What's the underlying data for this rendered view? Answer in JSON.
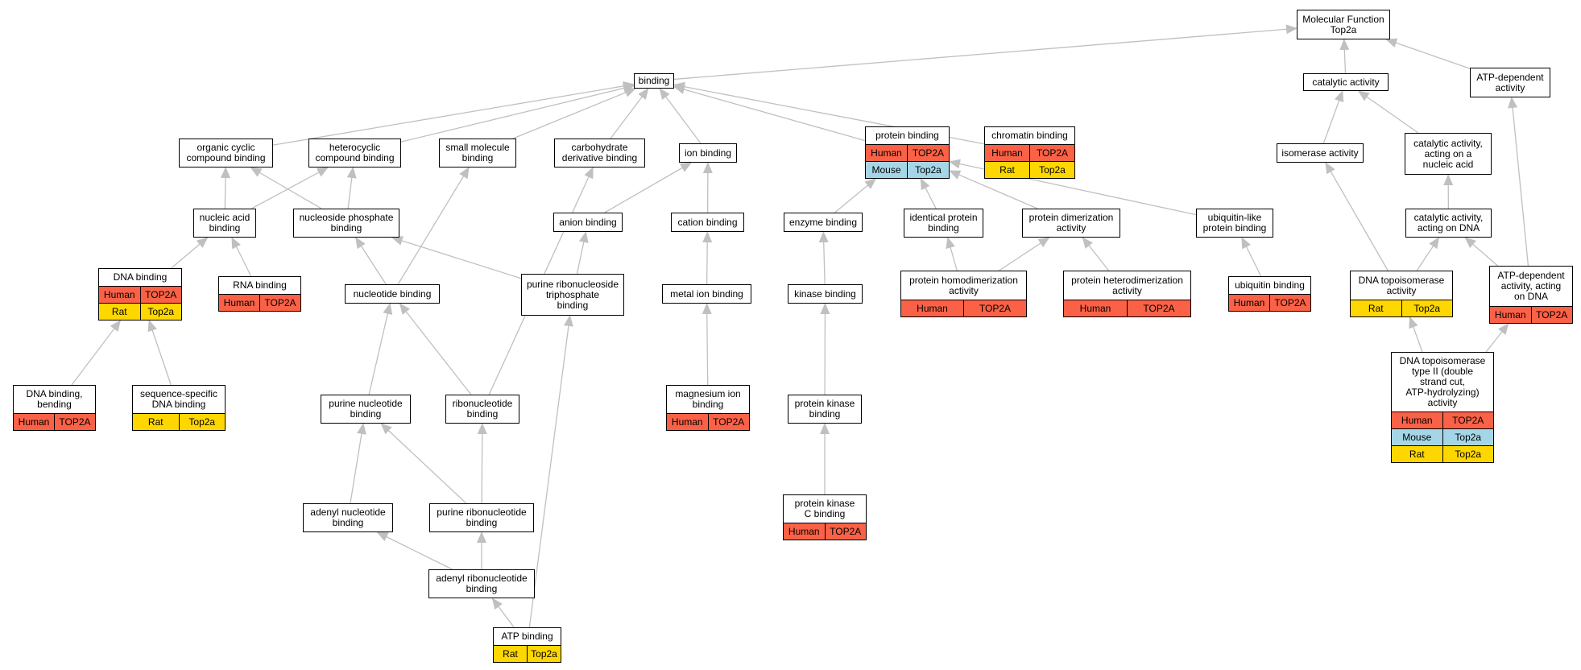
{
  "colors": {
    "human": "#fa6146",
    "mouse": "#a5d6e7",
    "rat": "#ffd700",
    "edge": "#c0c0c0"
  },
  "nodes": {
    "mf": {
      "title": [
        "Molecular Function",
        "Top2a"
      ],
      "rows": []
    },
    "binding": {
      "title": [
        "binding"
      ],
      "rows": []
    },
    "catalytic": {
      "title": [
        "catalytic activity"
      ],
      "rows": []
    },
    "atpdep": {
      "title": [
        "ATP-dependent",
        "activity"
      ],
      "rows": []
    },
    "orgcyc": {
      "title": [
        "organic cyclic",
        "compound binding"
      ],
      "rows": []
    },
    "hetcyc": {
      "title": [
        "heterocyclic",
        "compound binding"
      ],
      "rows": []
    },
    "smallmol": {
      "title": [
        "small molecule",
        "binding"
      ],
      "rows": []
    },
    "carbo": {
      "title": [
        "carbohydrate",
        "derivative binding"
      ],
      "rows": []
    },
    "ion": {
      "title": [
        "ion binding"
      ],
      "rows": []
    },
    "protein": {
      "title": [
        "protein binding"
      ],
      "rows": [
        {
          "species": "Human",
          "gene": "TOP2A",
          "kind": "human"
        },
        {
          "species": "Mouse",
          "gene": "Top2a",
          "kind": "mouse"
        }
      ]
    },
    "chromatin": {
      "title": [
        "chromatin binding"
      ],
      "rows": [
        {
          "species": "Human",
          "gene": "TOP2A",
          "kind": "human"
        },
        {
          "species": "Rat",
          "gene": "Top2a",
          "kind": "rat"
        }
      ]
    },
    "isomerase": {
      "title": [
        "isomerase activity"
      ],
      "rows": []
    },
    "catnuc": {
      "title": [
        "catalytic activity,",
        "acting on a",
        "nucleic acid"
      ],
      "rows": []
    },
    "nucacid": {
      "title": [
        "nucleic acid",
        "binding"
      ],
      "rows": []
    },
    "nucphos": {
      "title": [
        "nucleoside phosphate",
        "binding"
      ],
      "rows": []
    },
    "anion": {
      "title": [
        "anion binding"
      ],
      "rows": []
    },
    "cation": {
      "title": [
        "cation binding"
      ],
      "rows": []
    },
    "enzyme": {
      "title": [
        "enzyme binding"
      ],
      "rows": []
    },
    "identical": {
      "title": [
        "identical protein",
        "binding"
      ],
      "rows": []
    },
    "dimer": {
      "title": [
        "protein dimerization",
        "activity"
      ],
      "rows": []
    },
    "ubiqlike": {
      "title": [
        "ubiquitin-like",
        "protein binding"
      ],
      "rows": []
    },
    "catdna": {
      "title": [
        "catalytic activity,",
        "acting on DNA"
      ],
      "rows": []
    },
    "dna": {
      "title": [
        "DNA binding"
      ],
      "rows": [
        {
          "species": "Human",
          "gene": "TOP2A",
          "kind": "human"
        },
        {
          "species": "Rat",
          "gene": "Top2a",
          "kind": "rat"
        }
      ]
    },
    "rna": {
      "title": [
        "RNA binding"
      ],
      "rows": [
        {
          "species": "Human",
          "gene": "TOP2A",
          "kind": "human"
        }
      ]
    },
    "nucleotide": {
      "title": [
        "nucleotide binding"
      ],
      "rows": []
    },
    "purribtri": {
      "title": [
        "purine ribonucleoside",
        "triphosphate",
        "binding"
      ],
      "rows": []
    },
    "metal": {
      "title": [
        "metal ion binding"
      ],
      "rows": []
    },
    "kinase": {
      "title": [
        "kinase binding"
      ],
      "rows": []
    },
    "homodimer": {
      "title": [
        "protein homodimerization",
        "activity"
      ],
      "rows": [
        {
          "species": "Human",
          "gene": "TOP2A",
          "kind": "human"
        }
      ]
    },
    "heterodimer": {
      "title": [
        "protein heterodimerization",
        "activity"
      ],
      "rows": [
        {
          "species": "Human",
          "gene": "TOP2A",
          "kind": "human"
        }
      ]
    },
    "ubiq": {
      "title": [
        "ubiquitin binding"
      ],
      "rows": [
        {
          "species": "Human",
          "gene": "TOP2A",
          "kind": "human"
        }
      ]
    },
    "dnatopo": {
      "title": [
        "DNA topoisomerase",
        "activity"
      ],
      "rows": [
        {
          "species": "Rat",
          "gene": "Top2a",
          "kind": "rat"
        }
      ]
    },
    "atpdna": {
      "title": [
        "ATP-dependent",
        "activity, acting",
        "on DNA"
      ],
      "rows": [
        {
          "species": "Human",
          "gene": "TOP2A",
          "kind": "human"
        }
      ]
    },
    "topo2": {
      "title": [
        "DNA topoisomerase",
        "type II (double",
        "strand cut,",
        "ATP-hydrolyzing)",
        "activity"
      ],
      "rows": [
        {
          "species": "Human",
          "gene": "TOP2A",
          "kind": "human"
        },
        {
          "species": "Mouse",
          "gene": "Top2a",
          "kind": "mouse"
        },
        {
          "species": "Rat",
          "gene": "Top2a",
          "kind": "rat"
        }
      ]
    },
    "dnabend": {
      "title": [
        "DNA binding,",
        "bending"
      ],
      "rows": [
        {
          "species": "Human",
          "gene": "TOP2A",
          "kind": "human"
        }
      ]
    },
    "seqspec": {
      "title": [
        "sequence-specific",
        "DNA binding"
      ],
      "rows": [
        {
          "species": "Rat",
          "gene": "Top2a",
          "kind": "rat"
        }
      ]
    },
    "purnuc": {
      "title": [
        "purine nucleotide",
        "binding"
      ],
      "rows": []
    },
    "ribonuc": {
      "title": [
        "ribonucleotide",
        "binding"
      ],
      "rows": []
    },
    "magnesium": {
      "title": [
        "magnesium ion",
        "binding"
      ],
      "rows": [
        {
          "species": "Human",
          "gene": "TOP2A",
          "kind": "human"
        }
      ]
    },
    "protkin": {
      "title": [
        "protein kinase",
        "binding"
      ],
      "rows": []
    },
    "adenyl": {
      "title": [
        "adenyl nucleotide",
        "binding"
      ],
      "rows": []
    },
    "purribo": {
      "title": [
        "purine ribonucleotide",
        "binding"
      ],
      "rows": []
    },
    "pkc": {
      "title": [
        "protein kinase",
        "C binding"
      ],
      "rows": [
        {
          "species": "Human",
          "gene": "TOP2A",
          "kind": "human"
        }
      ]
    },
    "adenylribo": {
      "title": [
        "adenyl ribonucleotide",
        "binding"
      ],
      "rows": []
    },
    "atp": {
      "title": [
        "ATP binding"
      ],
      "rows": [
        {
          "species": "Rat",
          "gene": "Top2a",
          "kind": "rat"
        }
      ]
    }
  },
  "edges": [
    [
      "binding",
      "mf"
    ],
    [
      "catalytic",
      "mf"
    ],
    [
      "atpdep",
      "mf"
    ],
    [
      "orgcyc",
      "binding"
    ],
    [
      "hetcyc",
      "binding"
    ],
    [
      "smallmol",
      "binding"
    ],
    [
      "carbo",
      "binding"
    ],
    [
      "ion",
      "binding"
    ],
    [
      "protein",
      "binding"
    ],
    [
      "chromatin",
      "binding"
    ],
    [
      "isomerase",
      "catalytic"
    ],
    [
      "catnuc",
      "catalytic"
    ],
    [
      "nucacid",
      "orgcyc"
    ],
    [
      "nucacid",
      "hetcyc"
    ],
    [
      "nucphos",
      "orgcyc"
    ],
    [
      "nucphos",
      "hetcyc"
    ],
    [
      "anion",
      "ion"
    ],
    [
      "cation",
      "ion"
    ],
    [
      "enzyme",
      "protein"
    ],
    [
      "identical",
      "protein"
    ],
    [
      "dimer",
      "protein"
    ],
    [
      "ubiqlike",
      "protein"
    ],
    [
      "catdna",
      "catnuc"
    ],
    [
      "dna",
      "nucacid"
    ],
    [
      "rna",
      "nucacid"
    ],
    [
      "nucleotide",
      "nucphos"
    ],
    [
      "nucleotide",
      "smallmol"
    ],
    [
      "purribtri",
      "anion"
    ],
    [
      "purribtri",
      "nucphos"
    ],
    [
      "metal",
      "cation"
    ],
    [
      "kinase",
      "enzyme"
    ],
    [
      "homodimer",
      "identical"
    ],
    [
      "homodimer",
      "dimer"
    ],
    [
      "heterodimer",
      "dimer"
    ],
    [
      "ubiq",
      "ubiqlike"
    ],
    [
      "dnatopo",
      "isomerase"
    ],
    [
      "dnatopo",
      "catdna"
    ],
    [
      "atpdna",
      "atpdep"
    ],
    [
      "atpdna",
      "catdna"
    ],
    [
      "topo2",
      "dnatopo"
    ],
    [
      "topo2",
      "atpdna"
    ],
    [
      "dnabend",
      "dna"
    ],
    [
      "seqspec",
      "dna"
    ],
    [
      "purnuc",
      "nucleotide"
    ],
    [
      "ribonuc",
      "nucleotide"
    ],
    [
      "ribonuc",
      "carbo"
    ],
    [
      "magnesium",
      "metal"
    ],
    [
      "protkin",
      "kinase"
    ],
    [
      "adenyl",
      "purnuc"
    ],
    [
      "purribo",
      "purnuc"
    ],
    [
      "purribo",
      "ribonuc"
    ],
    [
      "pkc",
      "protkin"
    ],
    [
      "adenylribo",
      "adenyl"
    ],
    [
      "adenylribo",
      "purribo"
    ],
    [
      "atp",
      "adenylribo"
    ],
    [
      "atp",
      "purribtri"
    ]
  ]
}
